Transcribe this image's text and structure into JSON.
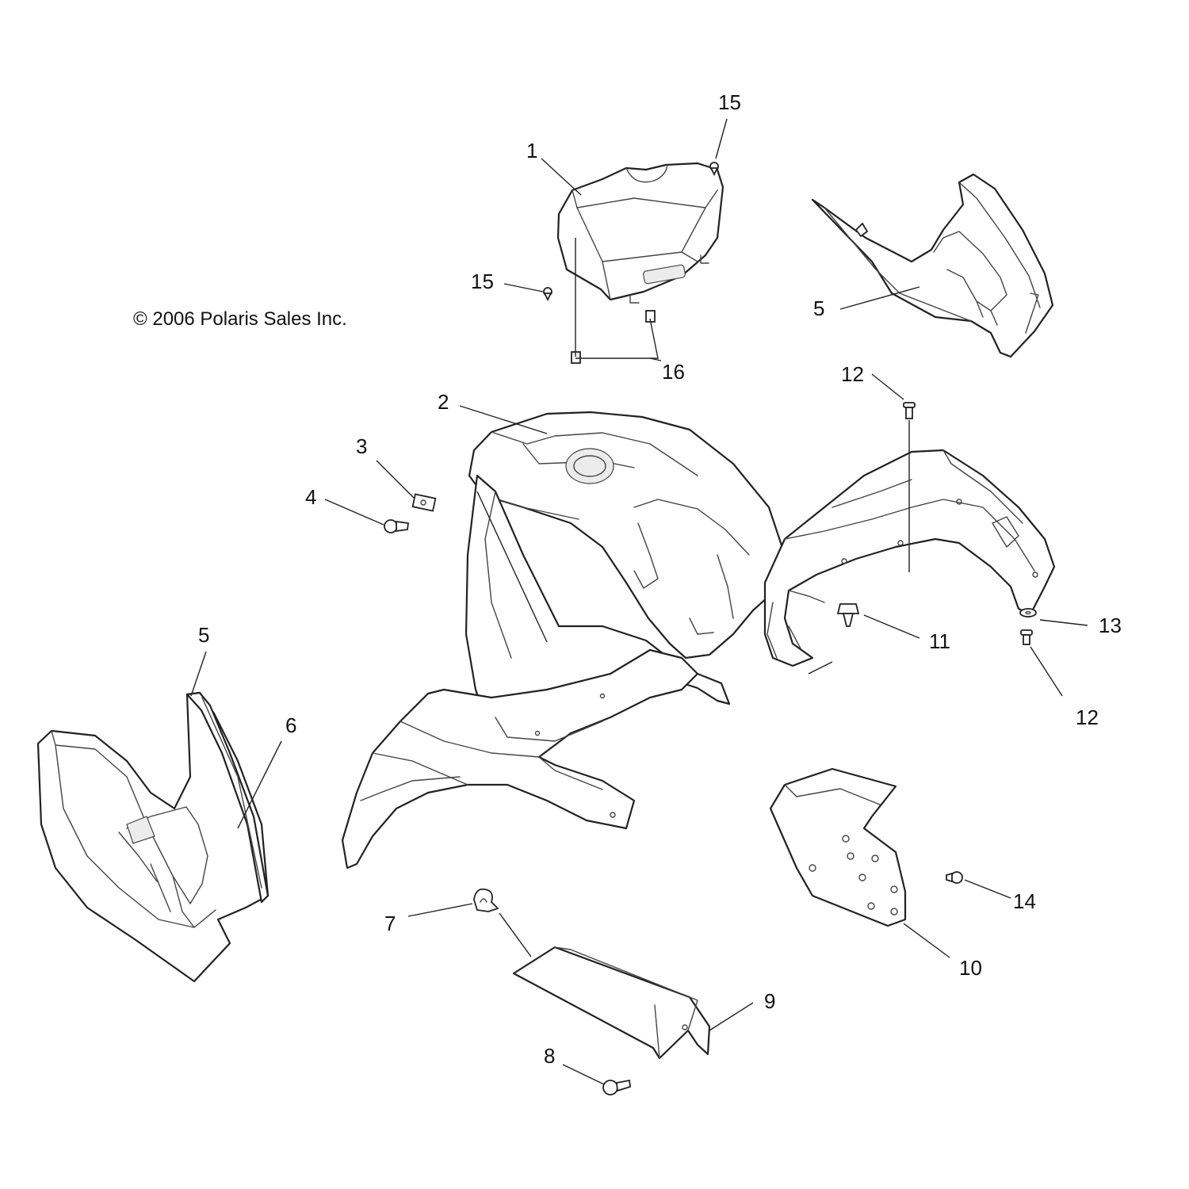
{
  "copyright": "© 2006 Polaris Sales Inc.",
  "callouts": {
    "c1": "1",
    "c2": "2",
    "c3": "3",
    "c4": "4",
    "c5_top": "5",
    "c5_left": "5",
    "c6": "6",
    "c7": "7",
    "c8": "8",
    "c9": "9",
    "c10": "10",
    "c11": "11",
    "c12_top": "12",
    "c12_bottom": "12",
    "c13": "13",
    "c14": "14",
    "c15_top": "15",
    "c15_left": "15",
    "c16": "16"
  }
}
